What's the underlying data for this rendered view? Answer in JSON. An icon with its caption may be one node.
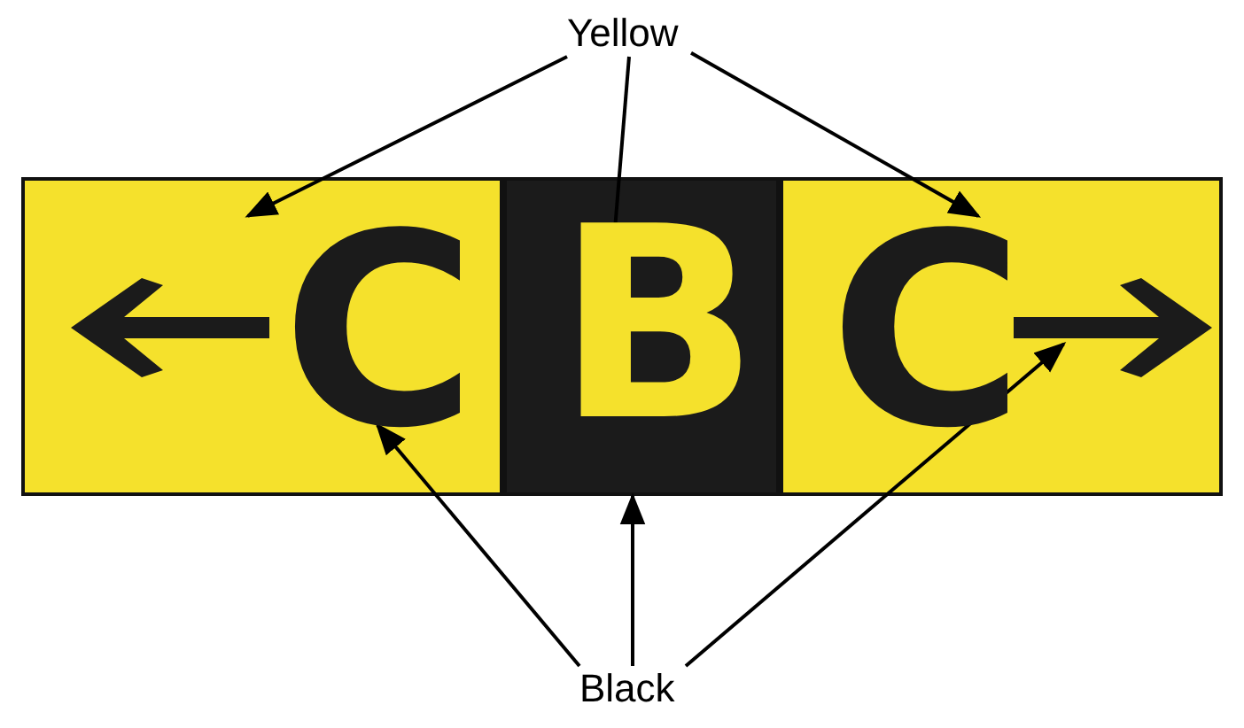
{
  "diagram": {
    "nodes": [
      {
        "text": [
          "Yellow"
        ]
      },
      {
        "text": [],
        "shape": "box"
      },
      {
        "text": [],
        "shape": "arrow",
        "in": 1
      },
      {
        "text": [
          "C"
        ],
        "in": 1
      },
      {
        "text": [],
        "shape": "box"
      },
      {
        "text": [
          "B"
        ],
        "in": 4
      },
      {
        "text": [],
        "shape": "box"
      },
      {
        "text": [
          "C"
        ],
        "in": 6
      },
      {
        "text": [],
        "shape": "arrow",
        "in": 6
      },
      {
        "text": [
          "Black"
        ]
      }
    ],
    "edges": [
      {
        "from": 0,
        "to": 1,
        "arrow": "to"
      },
      {
        "from": 0,
        "to": 5,
        "arrow": "to"
      },
      {
        "from": 0,
        "to": 6,
        "arrow": "to"
      },
      {
        "from": 9,
        "to": 3,
        "arrow": "to"
      },
      {
        "from": 9,
        "to": 4,
        "arrow": "to"
      },
      {
        "from": 9,
        "to": 8,
        "arrow": "to"
      }
    ]
  }
}
